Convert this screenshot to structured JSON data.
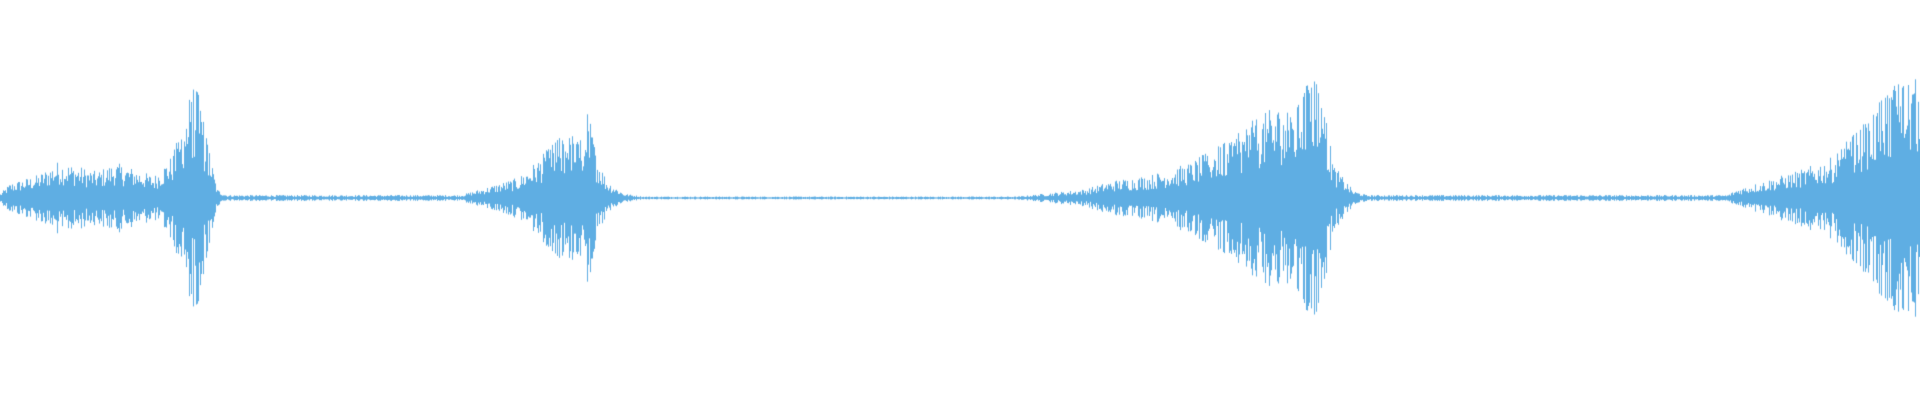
{
  "waveform": {
    "color": "#5faee3",
    "background": "#ffffff",
    "envelope": [
      [
        0.0,
        0.03
      ],
      [
        0.005,
        0.1
      ],
      [
        0.02,
        0.16
      ],
      [
        0.03,
        0.25
      ],
      [
        0.04,
        0.22
      ],
      [
        0.05,
        0.18
      ],
      [
        0.06,
        0.24
      ],
      [
        0.07,
        0.2
      ],
      [
        0.08,
        0.15
      ],
      [
        0.09,
        0.3
      ],
      [
        0.097,
        0.62
      ],
      [
        0.102,
        0.78
      ],
      [
        0.108,
        0.38
      ],
      [
        0.113,
        0.06
      ],
      [
        0.118,
        0.02
      ],
      [
        0.24,
        0.02
      ],
      [
        0.255,
        0.08
      ],
      [
        0.27,
        0.14
      ],
      [
        0.28,
        0.26
      ],
      [
        0.29,
        0.4
      ],
      [
        0.297,
        0.45
      ],
      [
        0.302,
        0.38
      ],
      [
        0.306,
        0.62
      ],
      [
        0.31,
        0.32
      ],
      [
        0.316,
        0.12
      ],
      [
        0.325,
        0.03
      ],
      [
        0.335,
        0.01
      ],
      [
        0.53,
        0.01
      ],
      [
        0.565,
        0.06
      ],
      [
        0.58,
        0.12
      ],
      [
        0.6,
        0.16
      ],
      [
        0.62,
        0.24
      ],
      [
        0.64,
        0.4
      ],
      [
        0.655,
        0.55
      ],
      [
        0.665,
        0.62
      ],
      [
        0.675,
        0.6
      ],
      [
        0.684,
        0.92
      ],
      [
        0.69,
        0.58
      ],
      [
        0.695,
        0.22
      ],
      [
        0.705,
        0.05
      ],
      [
        0.712,
        0.02
      ],
      [
        0.9,
        0.02
      ],
      [
        0.905,
        0.06
      ],
      [
        0.92,
        0.12
      ],
      [
        0.94,
        0.2
      ],
      [
        0.955,
        0.28
      ],
      [
        0.97,
        0.5
      ],
      [
        0.98,
        0.66
      ],
      [
        0.988,
        0.8
      ],
      [
        0.995,
        0.82
      ],
      [
        1.0,
        0.8
      ]
    ]
  }
}
